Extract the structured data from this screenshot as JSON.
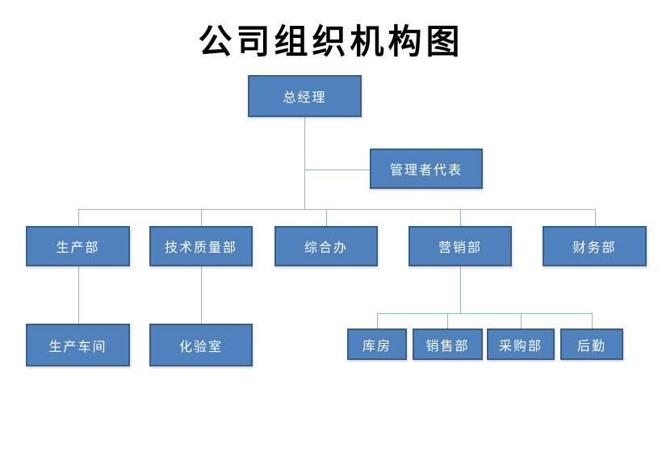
{
  "title": "公司组织机构图",
  "colors": {
    "box_fill": "#4F81BD",
    "box_border": "#385D8A",
    "connector": "#95B3D7",
    "node_text": "#FFFFFF",
    "title_text": "#000000",
    "background": "#FFFFFF"
  },
  "nodes": {
    "general_manager": {
      "label": "总经理"
    },
    "management_rep": {
      "label": "管理者代表"
    },
    "production_dept": {
      "label": "生产部"
    },
    "tech_quality_dept": {
      "label": "技术质量部"
    },
    "general_office": {
      "label": "综合办"
    },
    "marketing_dept": {
      "label": "营销部"
    },
    "finance_dept": {
      "label": "财务部"
    },
    "production_workshop": {
      "label": "生产车间"
    },
    "lab": {
      "label": "化验室"
    },
    "warehouse": {
      "label": "库房"
    },
    "sales_dept": {
      "label": "销售部"
    },
    "purchasing_dept": {
      "label": "采购部"
    },
    "logistics": {
      "label": "后勤"
    }
  },
  "structure": {
    "root": "总经理",
    "staff_of_root": [
      "管理者代表"
    ],
    "children_of_root": [
      "生产部",
      "技术质量部",
      "综合办",
      "营销部",
      "财务部"
    ],
    "children_of_production": [
      "生产车间"
    ],
    "children_of_tech_quality": [
      "化验室"
    ],
    "children_of_marketing": [
      "库房",
      "销售部",
      "采购部",
      "后勤"
    ]
  }
}
